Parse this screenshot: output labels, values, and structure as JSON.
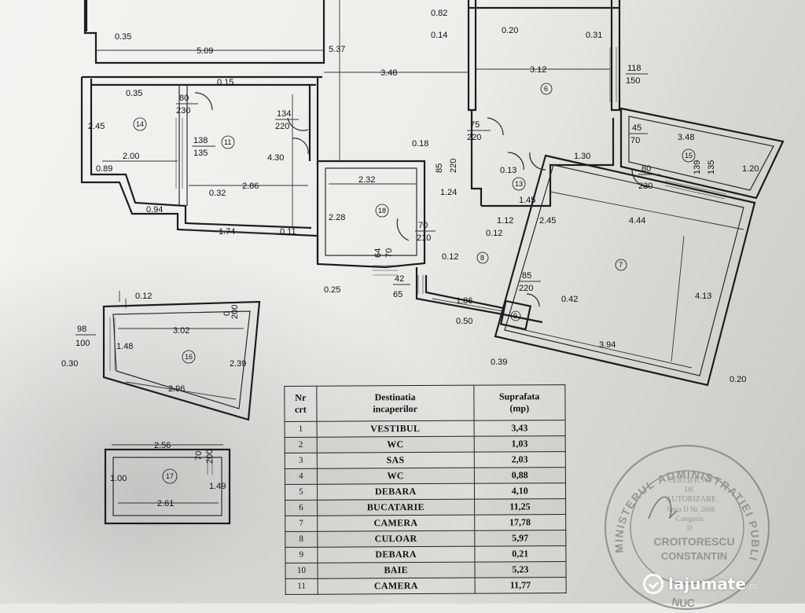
{
  "dimensions": {
    "d_082": "0.82",
    "d_014": "0.14",
    "d_020a": "0.20",
    "d_031": "0.31",
    "d_035a": "0.35",
    "d_509": "5.09",
    "d_537": "5.37",
    "d_348a": "3.48",
    "d_312": "3.12",
    "d_118": "118",
    "d_150": "150",
    "d_035b": "0.35",
    "d_080a": "80",
    "d_230a": "230",
    "d_015": "0.15",
    "d_134": "134",
    "d_220a": "220",
    "d_245a": "2.45",
    "d_138": "138",
    "d_135a": "135",
    "d_430": "4.30",
    "d_200": "2.00",
    "d_089": "0.89",
    "d_075": "75",
    "d_220b": "220",
    "d_045": "45",
    "d_070a": "70",
    "d_348b": "3.48",
    "d_018": "0.18",
    "d_085a": "85",
    "d_220c": "220",
    "d_013": "0.13",
    "d_130": "1.30",
    "d_080b": "80",
    "d_230b": "230",
    "d_139": "139",
    "d_135b": "135",
    "d_120": "1.20",
    "d_286": "2.86",
    "d_032": "0.32",
    "d_232": "2.32",
    "d_124": "1.24",
    "d_145": "1.45",
    "d_094": "0.94",
    "d_228": "2.28",
    "d_112": "1.12",
    "d_245b": "2.45",
    "d_444": "4.44",
    "d_174": "1.74",
    "d_011": "0.11",
    "d_070b": "70",
    "d_210": "210",
    "d_012a": "0.12",
    "d_064": "64",
    "d_070c": "70",
    "d_012b": "0.12",
    "d_085b": "85",
    "d_220d": "220",
    "d_025": "0.25",
    "d_042a": "42",
    "d_065": "65",
    "d_042b": "0.42",
    "d_413": "4.13",
    "d_186": "1.86",
    "d_050": "0.50",
    "d_394": "3.94",
    "d_039": "0.39",
    "d_020b": "0.20",
    "d_012c": "0.12",
    "d_098": "98",
    "d_100a": "100",
    "d_302": "3.02",
    "d_148": "1.48",
    "d_030": "0.30",
    "d_239": "2.39",
    "d_296": "2.96",
    "d_010": "0",
    "d_200b": "200",
    "d_256": "2.56",
    "d_100b": "1.00",
    "d_149": "1.49",
    "d_261": "2.61",
    "d_070d": "70",
    "d_200c": "200"
  },
  "rooms": {
    "r6": "6",
    "r7": "7",
    "r8": "8",
    "r9": "9",
    "r11": "11",
    "r13": "13",
    "r14": "14",
    "r15": "15",
    "r16": "16",
    "r17": "17",
    "r18": "18"
  },
  "table": {
    "headers": {
      "nr_1": "Nr",
      "nr_2": "crt",
      "dest_1": "Destinatia",
      "dest_2": "incaperilor",
      "area_1": "Suprafata",
      "area_2": "(mp)"
    },
    "rows": [
      {
        "nr": "1",
        "name": "VESTIBUL",
        "area": "3,43"
      },
      {
        "nr": "2",
        "name": "WC",
        "area": "1,03"
      },
      {
        "nr": "3",
        "name": "SAS",
        "area": "2,03"
      },
      {
        "nr": "4",
        "name": "WC",
        "area": "0,88"
      },
      {
        "nr": "5",
        "name": "DEBARA",
        "area": "4,10"
      },
      {
        "nr": "6",
        "name": "BUCATARIE",
        "area": "11,25"
      },
      {
        "nr": "7",
        "name": "CAMERA",
        "area": "17,78"
      },
      {
        "nr": "8",
        "name": "CULOAR",
        "area": "5,97"
      },
      {
        "nr": "9",
        "name": "DEBARA",
        "area": "0,21"
      },
      {
        "nr": "10",
        "name": "BAIE",
        "area": "5,23"
      },
      {
        "nr": "11",
        "name": "CAMERA",
        "area": "11,77"
      }
    ]
  },
  "stamp": {
    "ring_text": "MINISTERUL ADMINISTRATIEI PUBLICE",
    "bottom_text": "NUC",
    "line1": "CERTIFICAT",
    "line2": "DE",
    "line3": "AUTORIZARE",
    "line4": "Seria D Nr. 2666",
    "line5": "Categoria",
    "line6": "D",
    "name1": "CROITORESCU",
    "name2": "CONSTANTIN"
  },
  "watermark": {
    "brand": "lajumate",
    "tld": ".ro"
  },
  "colors": {
    "ink": "#111111",
    "paper": "#eeede9",
    "stamp": "#8a8a8a"
  }
}
